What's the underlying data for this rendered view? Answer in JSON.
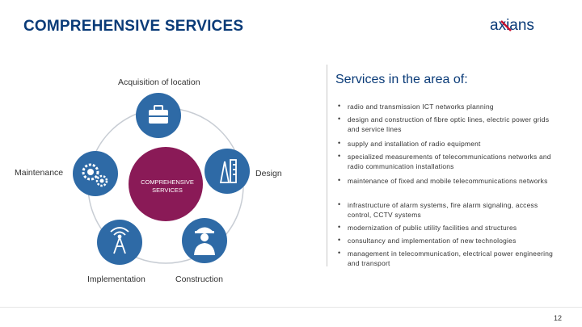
{
  "page_title": "COMPREHENSIVE SERVICES",
  "logo_text": "axians",
  "colors": {
    "navy": "#0a3b78",
    "blue": "#2e6aa6",
    "center": "#8a1a57",
    "ring": "#c8cdd4"
  },
  "diagram": {
    "center_label": "COMPREHENSIVE SERVICES",
    "nodes": [
      {
        "label": "Acquisition of location",
        "icon": "briefcase-icon"
      },
      {
        "label": "Design",
        "icon": "drafting-tools-icon"
      },
      {
        "label": "Construction",
        "icon": "worker-icon"
      },
      {
        "label": "Implementation",
        "icon": "antenna-icon"
      },
      {
        "label": "Maintenance",
        "icon": "gears-icon"
      }
    ]
  },
  "services": {
    "heading": "Services in the area of:",
    "items": [
      "radio and transmission ICT networks planning",
      "design and construction of fibre optic lines, electric power grids and service lines",
      "supply and installation of radio equipment",
      "specialized measurements of telecommunications networks and radio communication installations",
      "maintenance of fixed and mobile telecommunications networks",
      "infrastructure of alarm systems, fire alarm signaling, access control, CCTV systems",
      "modernization of public utility facilities and structures",
      "consultancy and implementation of new technologies",
      "management in telecommunication, electrical power engineering and transport"
    ]
  },
  "page_number": "12"
}
